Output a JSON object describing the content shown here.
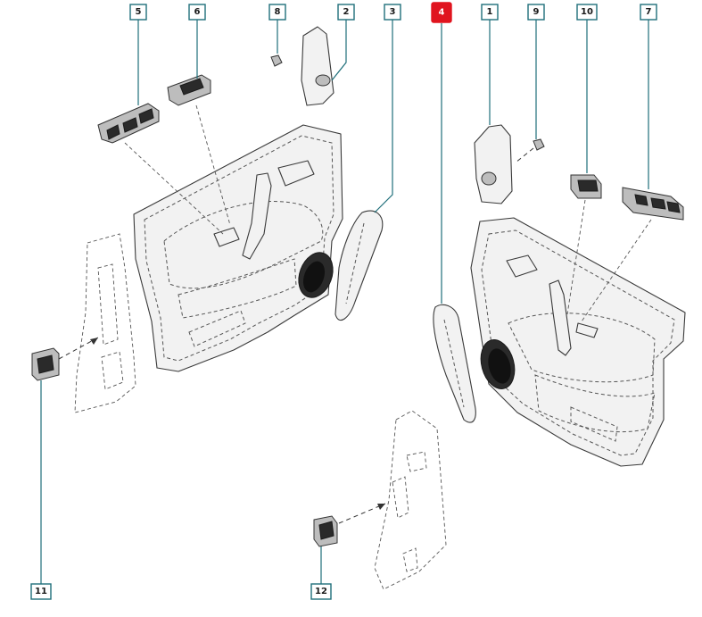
{
  "callouts": [
    {
      "id": "c5",
      "label": "5",
      "active": false
    },
    {
      "id": "c6",
      "label": "6",
      "active": false
    },
    {
      "id": "c8",
      "label": "8",
      "active": false
    },
    {
      "id": "c2",
      "label": "2",
      "active": false
    },
    {
      "id": "c3",
      "label": "3",
      "active": false
    },
    {
      "id": "c4",
      "label": "4",
      "active": true
    },
    {
      "id": "c1",
      "label": "1",
      "active": false
    },
    {
      "id": "c9",
      "label": "9",
      "active": false
    },
    {
      "id": "c10",
      "label": "10",
      "active": false
    },
    {
      "id": "c7",
      "label": "7",
      "active": false
    },
    {
      "id": "c11",
      "label": "11",
      "active": false
    },
    {
      "id": "c12",
      "label": "12",
      "active": false
    }
  ],
  "colors": {
    "callout_border": "#1f6f7a",
    "selected_callout": "#e0141f",
    "line_art": "#3a3a3a"
  }
}
